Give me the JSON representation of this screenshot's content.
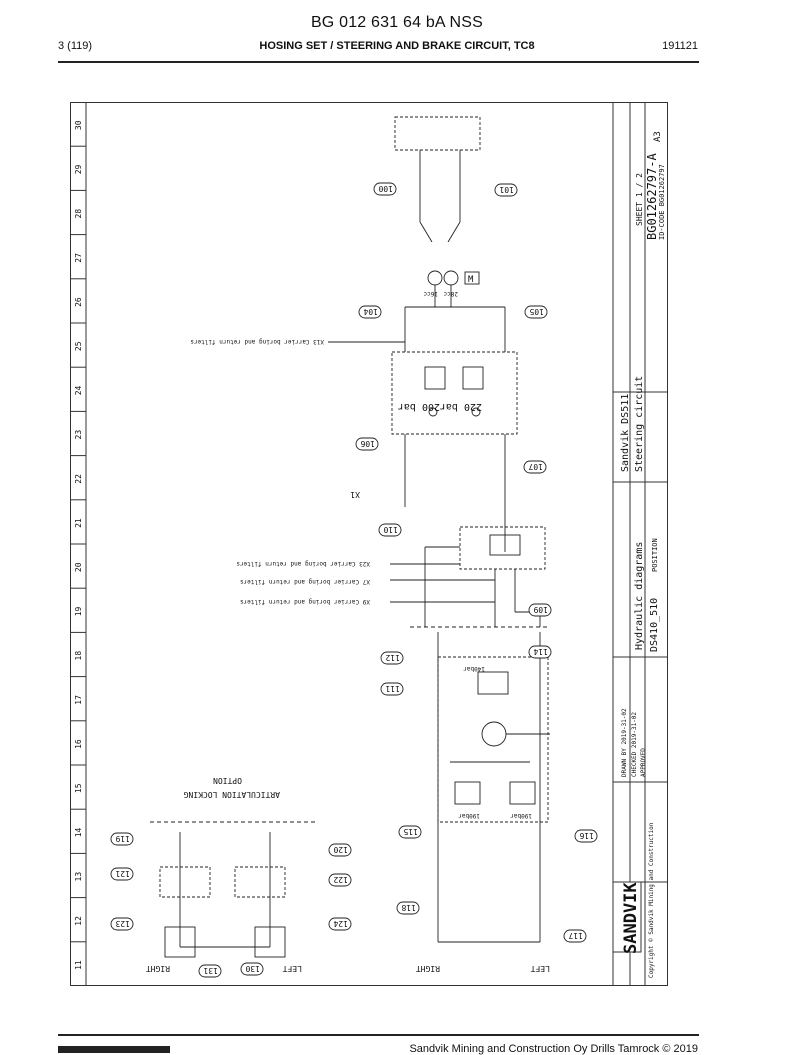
{
  "header": {
    "doc_title": "BG 012 631 64 bA NSS",
    "page": "3 (119)",
    "section": "HOSING SET / STEERING AND BRAKE CIRCUIT, TC8",
    "date": "191121"
  },
  "drawing": {
    "columns": [
      "30",
      "29",
      "28",
      "27",
      "26",
      "25",
      "24",
      "23",
      "22",
      "21",
      "20",
      "19",
      "18",
      "17",
      "16",
      "15",
      "14",
      "13",
      "12",
      "11"
    ],
    "title_block": {
      "sheet": "SHEET 1 / 2",
      "size": "A3",
      "drawing_no": "BG01262797-A",
      "id_code": "ID-CODE BG01262797",
      "product": "Sandvik DS511",
      "circuit": "Steering circuit",
      "diagram_type": "Hydraulic diagrams",
      "position": "POSITION",
      "model": "DS410_510",
      "drawn": "DRAWN BY 2019-31-02",
      "checked": "CHECKED 2019-31-02",
      "approved": "APPROVED",
      "logo": "SANDVIK",
      "copyright": "Copyright © Sandvik Mining and Construction"
    },
    "labels": {
      "option": "OPTION",
      "articulation_locking": "ARTICULATION LOCKING",
      "right_a": "RIGHT",
      "left_a": "LEFT",
      "right_b": "RIGHT",
      "left_b": "LEFT",
      "x13": "X13 Carrier boring and return filters",
      "x23": "X23 Carrier boring and return filters",
      "x7": "X7 Carrier boring and return filters",
      "x9": "X9 Carrier boring and return filters",
      "x1": "X1",
      "bar220": "220 bar",
      "bar200": "200 bar",
      "bar140": "140bar",
      "bar190a": "190bar",
      "bar190b": "190bar",
      "cc28": "28cc",
      "cc16": "16cc",
      "motor": "M"
    },
    "callouts": [
      "100",
      "101",
      "104",
      "105",
      "106",
      "107",
      "109",
      "110",
      "111",
      "112",
      "114",
      "115",
      "116",
      "117",
      "118",
      "119",
      "120",
      "121",
      "122",
      "123",
      "124",
      "130",
      "131"
    ]
  },
  "footer": {
    "copyright": "Sandvik Mining and Construction Oy Drills Tamrock © 2019"
  }
}
